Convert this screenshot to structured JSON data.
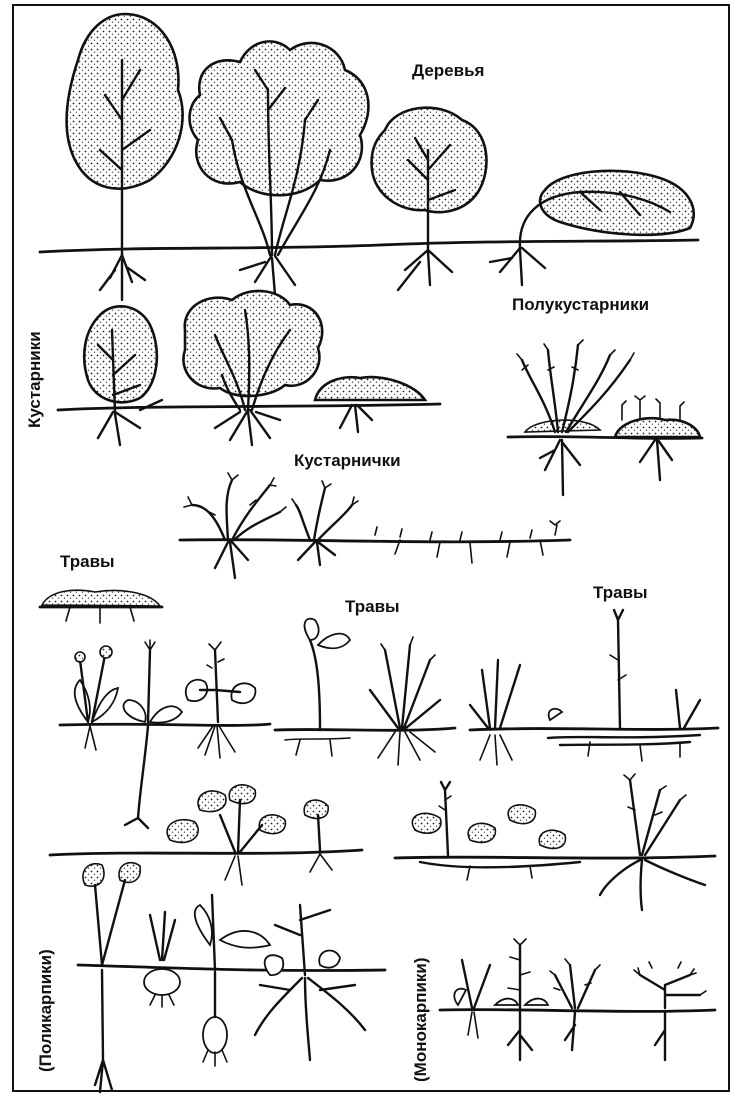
{
  "labels": {
    "trees": "Деревья",
    "shrubs": "Кустарники",
    "semishrubs": "Полукустарники",
    "dwarf_shrubs": "Кустарнички",
    "herbs_1": "Травы",
    "herbs_2": "Травы",
    "herbs_3": "Травы",
    "polycarpics": "(Поликарпики)",
    "monocarpics": "(Монокарпики)"
  },
  "colors": {
    "ink": "#111111",
    "background": "#ffffff"
  }
}
